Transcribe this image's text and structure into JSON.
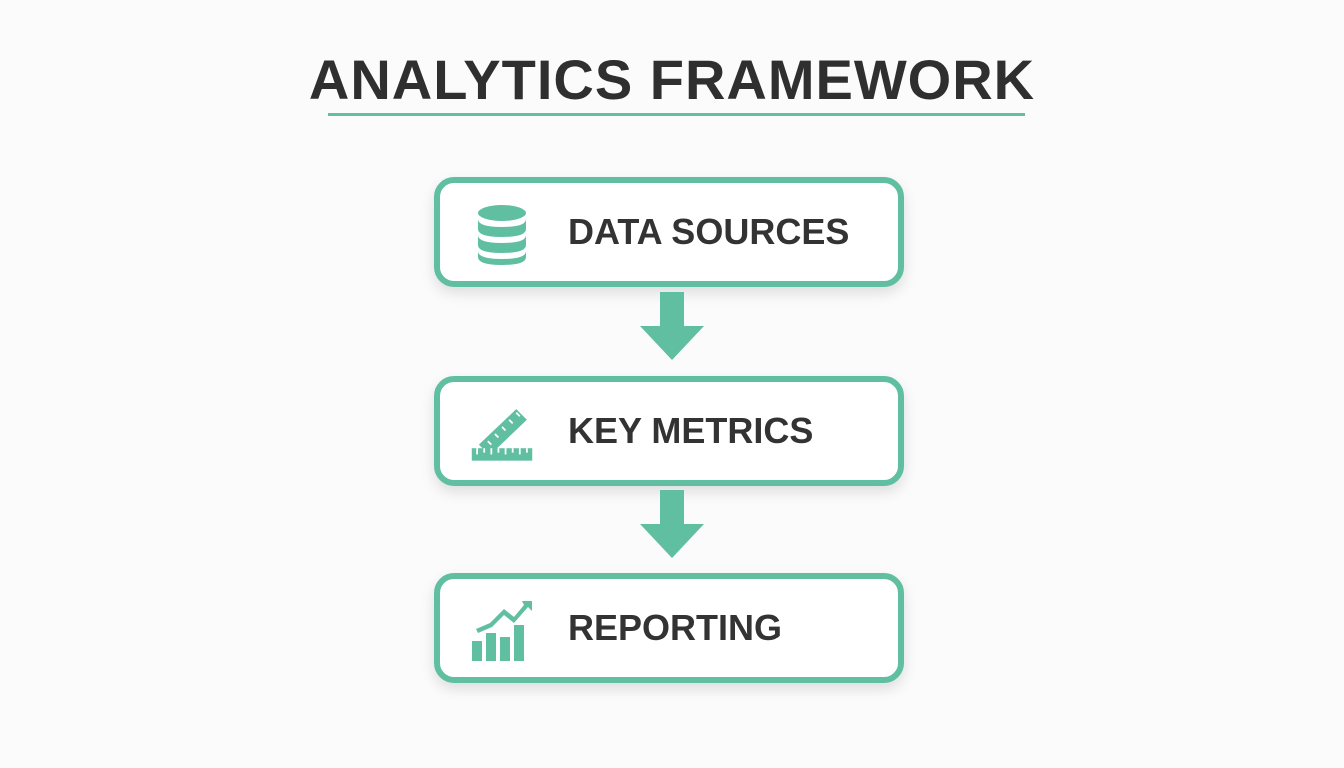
{
  "title": "ANALYTICS FRAMEWORK",
  "accent_color": "#5fbfa0",
  "text_color": "#333333",
  "steps": [
    {
      "label": "DATA SOURCES",
      "icon": "database-icon"
    },
    {
      "label": "KEY METRICS",
      "icon": "ruler-icon"
    },
    {
      "label": "REPORTING",
      "icon": "bar-chart-growth-icon"
    }
  ],
  "connectors": [
    {
      "icon": "arrow-down-icon"
    },
    {
      "icon": "arrow-down-icon"
    }
  ]
}
